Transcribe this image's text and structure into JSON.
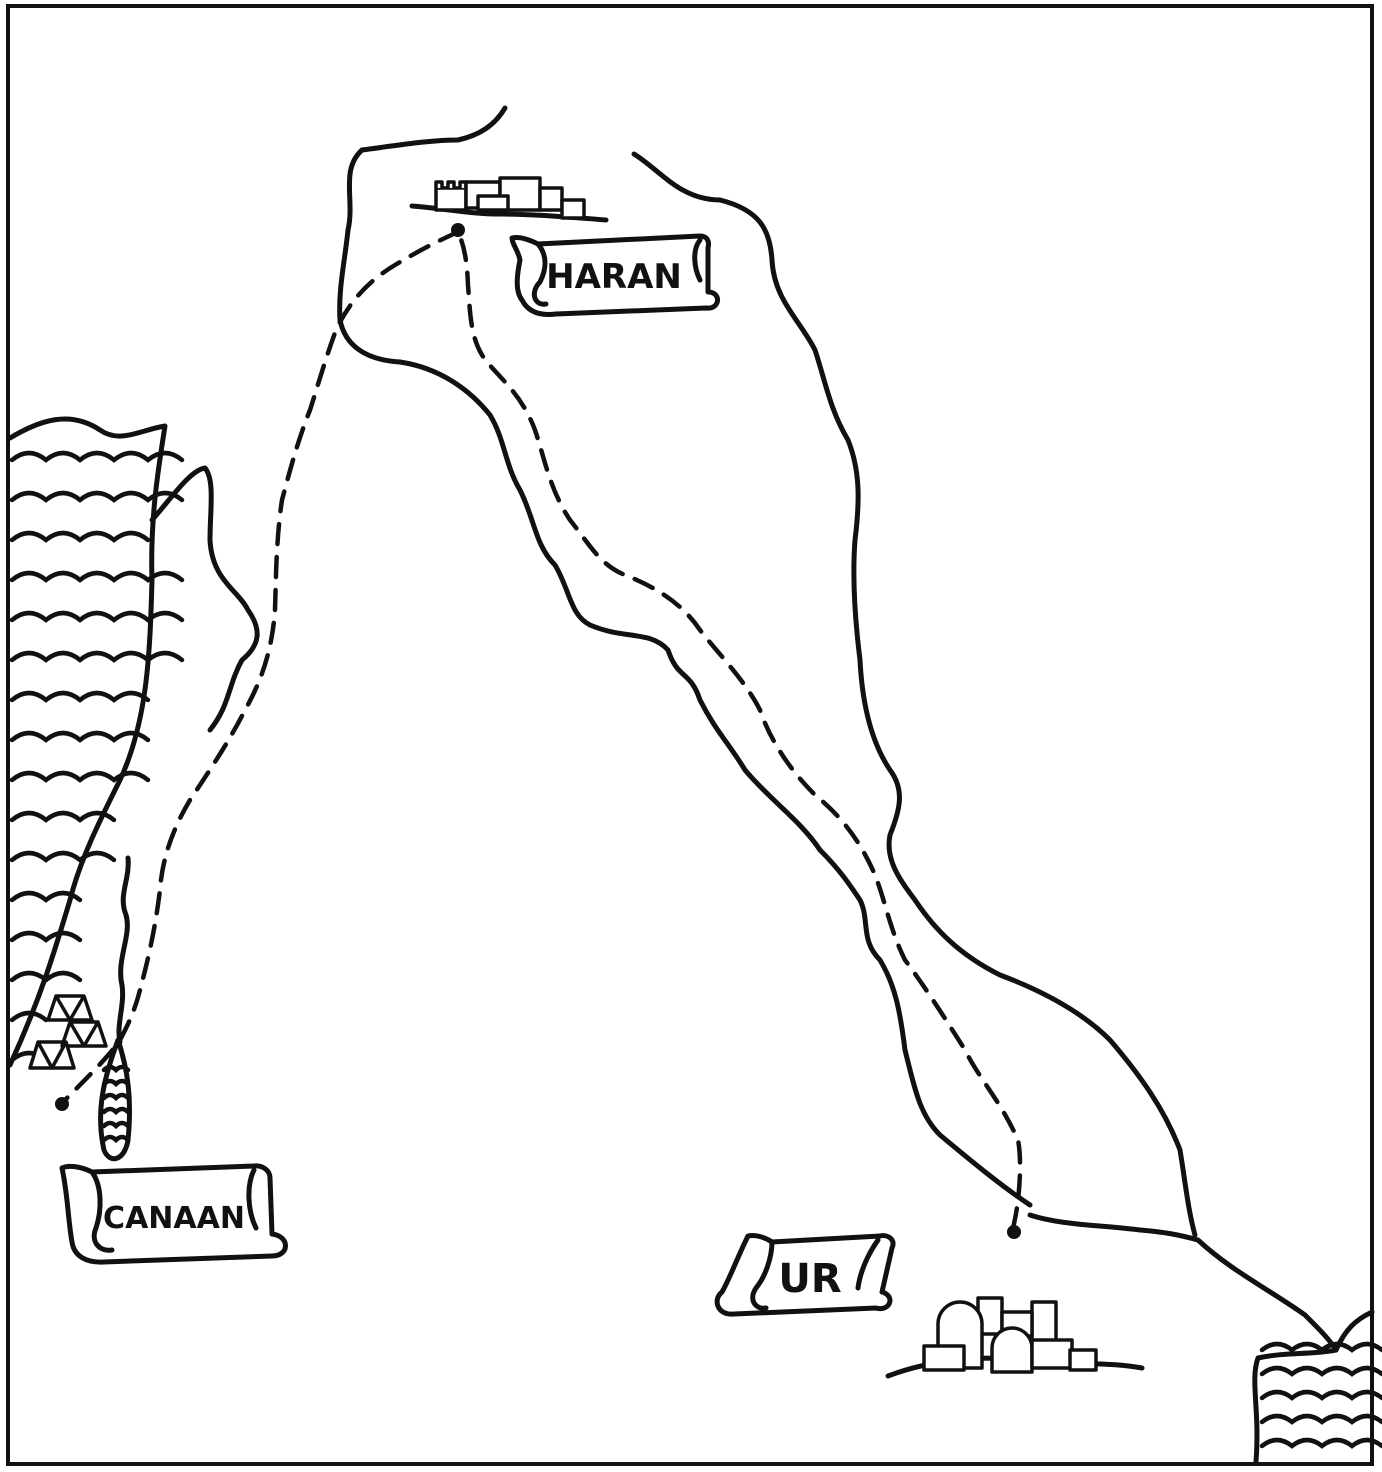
{
  "labels": {
    "haran": "HARAN",
    "canaan": "CANAAN",
    "ur": "UR"
  },
  "colors": {
    "ink": "#111111",
    "paper": "#ffffff"
  }
}
